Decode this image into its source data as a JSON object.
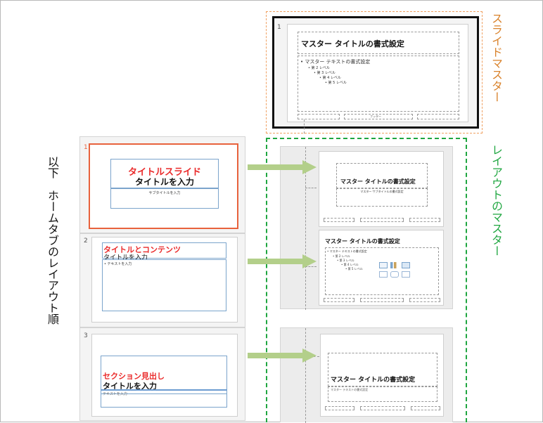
{
  "left_caption": "以下　ホームタブのレイアウト順",
  "right_caption_master": "スライドマスター",
  "right_caption_layout": "レイアウトのマスター",
  "master": {
    "number": "1",
    "title": "マスター タイトルの書式設定",
    "body": [
      "• マスター テキストの書式設定",
      "• 第 2 レベル",
      "• 第 3 レベル",
      "• 第 4 レベル",
      "• 第 5 レベル"
    ],
    "footer": "フッター"
  },
  "thumbs": [
    {
      "number": "1",
      "red": "タイトルスライド",
      "black": "タイトルを入力",
      "sub": "サブタイトルを入力"
    },
    {
      "number": "2",
      "red": "タイトルとコンテンツ",
      "black": "タイトルを入力",
      "sub": "• テキストを入力"
    },
    {
      "number": "3",
      "red": "セクション見出し",
      "black": "タイトルを入力",
      "sub": "テキストを入力"
    }
  ],
  "layouts": [
    {
      "title": "マスター タイトルの書式設定",
      "sub": "マスター サブタイトルの書式設定",
      "footer": "フッター"
    },
    {
      "title": "マスター タイトルの書式設定",
      "body": [
        "• マスター テキストの書式設定",
        "• 第 2 レベル",
        "• 第 3 レベル",
        "• 第 4 レベル",
        "• 第 5 レベル"
      ],
      "footer": "フッター"
    },
    {
      "title": "マスター タイトルの書式設定",
      "sub": "マスター テキストの書式設定"
    }
  ],
  "colors": {
    "master_box": "#f0a060",
    "layout_box": "#1fa640",
    "arrow": "#b3cf8a",
    "selected": "#e8623c"
  }
}
